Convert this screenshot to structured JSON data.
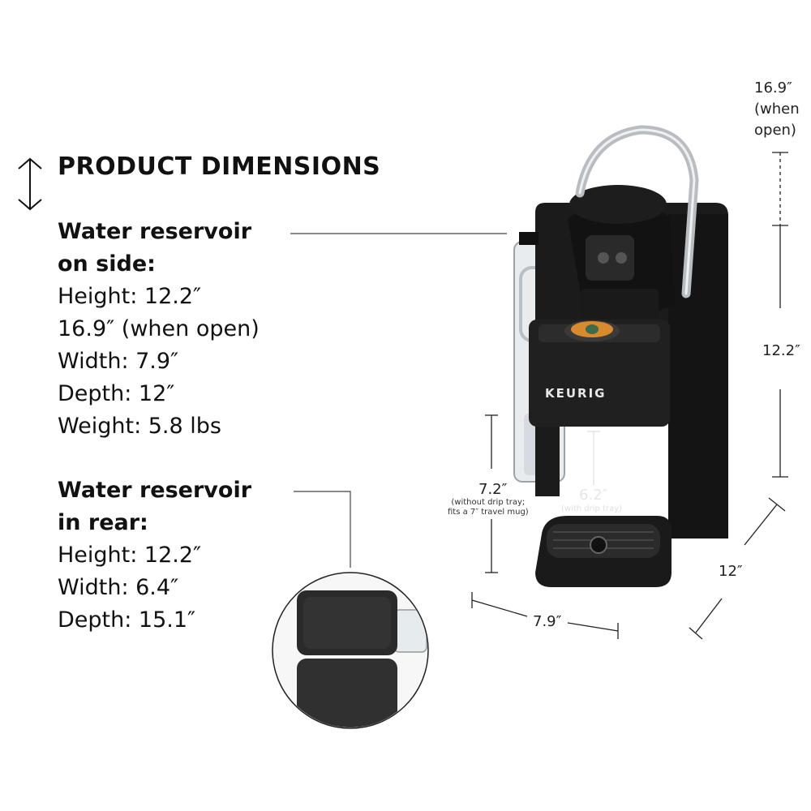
{
  "heading": "PRODUCT DIMENSIONS",
  "side": {
    "title_1": "Water reservoir",
    "title_2": "on side:",
    "height": "Height: 12.2″",
    "height_open": "16.9″ (when open)",
    "width": "Width: 7.9″",
    "depth": "Depth: 12″",
    "weight": "Weight: 5.8 lbs"
  },
  "rear": {
    "title_1": "Water reservoir",
    "title_2": "in rear:",
    "height": "Height: 12.2″",
    "width": "Width: 6.4″",
    "depth": "Depth: 15.1″"
  },
  "callouts": {
    "open_height_value": "16.9″",
    "open_height_note_1": "(when",
    "open_height_note_2": "open)",
    "height": "12.2″",
    "depth": "12″",
    "width": "7.9″",
    "clearance_no_tray": "7.2″",
    "clearance_no_tray_note_1": "(without drip tray;",
    "clearance_no_tray_note_2": "fits a 7″ travel mug)",
    "clearance_tray": "6.2″",
    "clearance_tray_note": "(with drip tray)"
  },
  "brand": "KEURIG"
}
